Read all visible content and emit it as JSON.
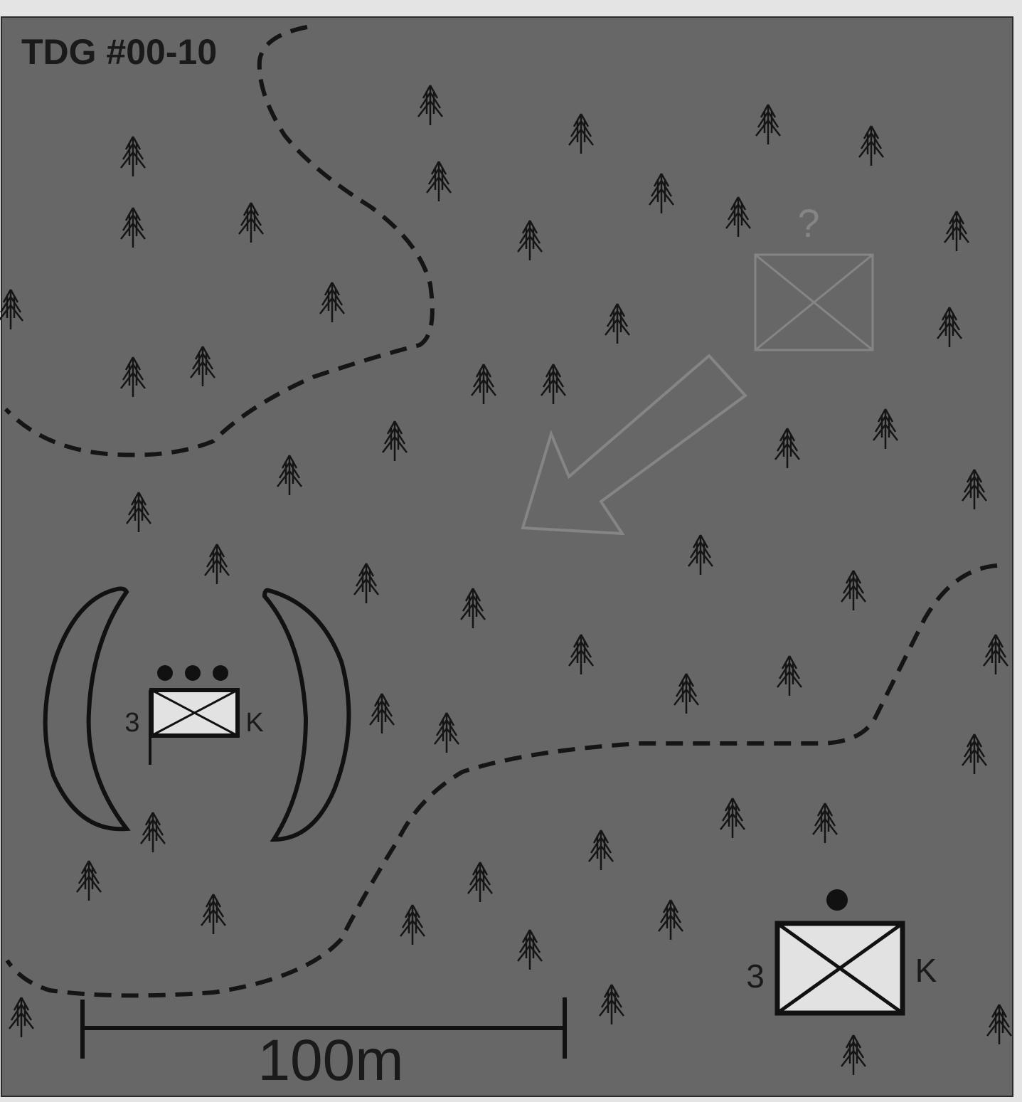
{
  "map": {
    "title": "TDG #00-10",
    "scale_label": "100m",
    "enemy_unknown_label": "?",
    "friendly_platoon": {
      "left_label": "3",
      "right_label": "K",
      "echelon_dots": 3
    },
    "friendly_squad": {
      "left_label": "3",
      "right_label": "K",
      "echelon_dots": 1
    },
    "colors": {
      "terrain": "#676767",
      "ink": "#161616",
      "unit_fill": "#e2e2e2",
      "enemy_outline": "#858585"
    }
  }
}
